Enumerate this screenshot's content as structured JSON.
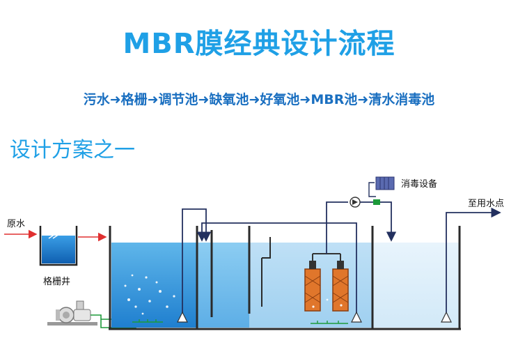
{
  "title": "MBR膜经典设计流程",
  "flow_text": "污水➜格栅➜调节池➜缺氧池➜好氧池➜MBR池➜清水消毒池",
  "subtitle": "设计方案之一",
  "labels": {
    "raw_water": "原水",
    "screen_well": "格栅井",
    "disinfection_equipment": "消毒设备",
    "to_water_point": "至用水点"
  },
  "colors": {
    "title": "#1fa0e6",
    "flow_text": "#1a6fc0",
    "water_dark": "#2f8fd6",
    "water_light": "#cfe8f8",
    "pipe": "#23305f",
    "arrow_red": "#e03030",
    "membrane": "#e0762b"
  },
  "icons": [
    "blower-icon",
    "pump-icon",
    "aerator-icon",
    "membrane-module-icon",
    "dosing-unit-icon",
    "flow-meter-icon"
  ]
}
